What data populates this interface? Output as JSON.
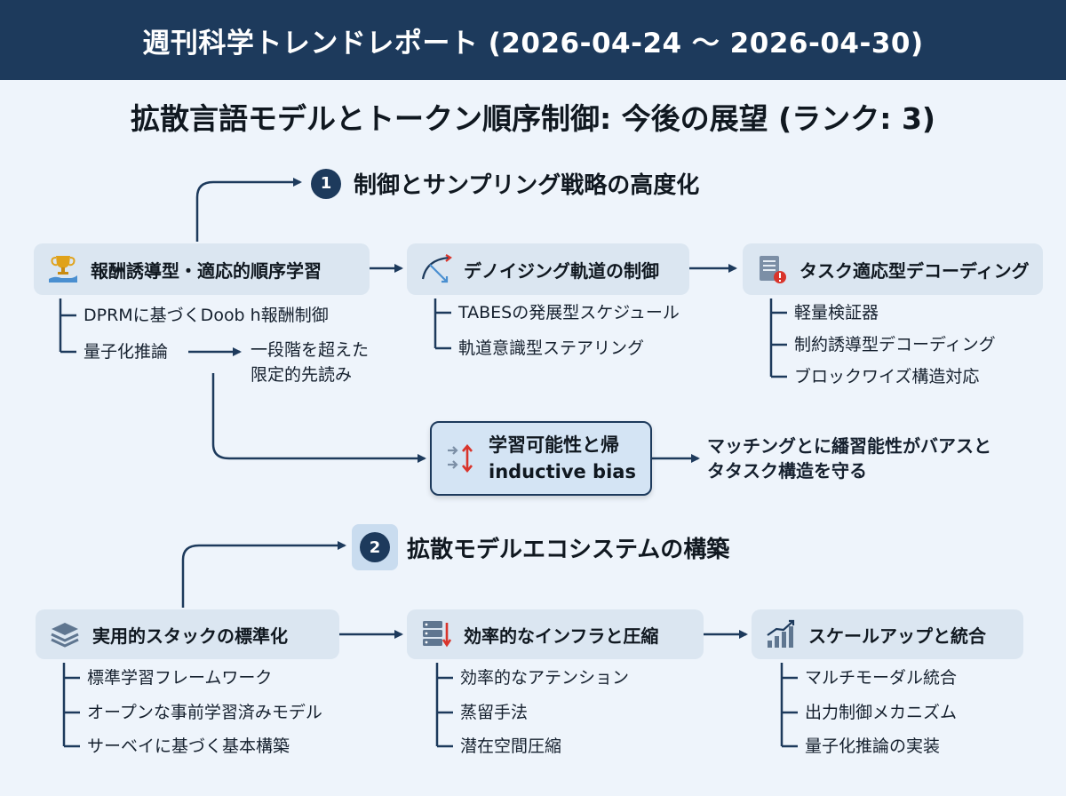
{
  "header": {
    "title": "週刊科学トレンドレポート (2026-04-24 〜 2026-04-30)"
  },
  "page_title": "拡散言語モデルとトークン順序制御: 今後の展望 (ランク: 3)",
  "section1": {
    "number": "1",
    "title": "制御とサンプリング戦略の高度化",
    "nodes": [
      {
        "label": "報酬誘導型・適応的順序学習",
        "icon": "trophy-hand-icon",
        "leaves": [
          "DPRMに基づくDoob h報酬制御",
          "量子化推論"
        ]
      },
      {
        "label": "デノイジング軌道の制御",
        "icon": "trajectory-icon",
        "leaves": [
          "TABESの発展型スケジュール",
          "軌道意識型ステアリング"
        ]
      },
      {
        "label": "タスク適応型デコーディング",
        "icon": "document-alert-icon",
        "leaves": [
          "軽量検証器",
          "制約誘導型デコーディング",
          "ブロックワイズ構造対応"
        ]
      }
    ],
    "quant_note": [
      "一段階を超えた",
      "限定的先読み"
    ],
    "learnability": {
      "line1": "学習可能性と帰",
      "line2": "inductive bias",
      "icon": "swap-arrows-icon"
    },
    "learnability_note": [
      "マッチングとに繙習能性がバアスと",
      "タタスク構造を守る"
    ]
  },
  "section2": {
    "number": "2",
    "title": "拡散モデルエコシステムの構築",
    "nodes": [
      {
        "label": "実用的スタックの標準化",
        "icon": "layers-icon",
        "leaves": [
          "標準学習フレームワーク",
          "オープンな事前学習済みモデル",
          "サーベイに基づく基本構築"
        ]
      },
      {
        "label": "効率的なインフラと圧縮",
        "icon": "server-compress-icon",
        "leaves": [
          "効率的なアテンション",
          "蒸留手法",
          "潜在空間圧縮"
        ]
      },
      {
        "label": "スケールアップと統合",
        "icon": "growth-chart-icon",
        "leaves": [
          "マルチモーダル統合",
          "出力制御メカニズム",
          "量子化推論の実装"
        ]
      }
    ]
  },
  "colors": {
    "header_bg": "#1d3a5c",
    "background": "#eef4fb",
    "node_bg": "#dbe6f1",
    "connector": "#1d3a5c",
    "alert": "#d9342b",
    "trophy": "#e0a21a"
  }
}
